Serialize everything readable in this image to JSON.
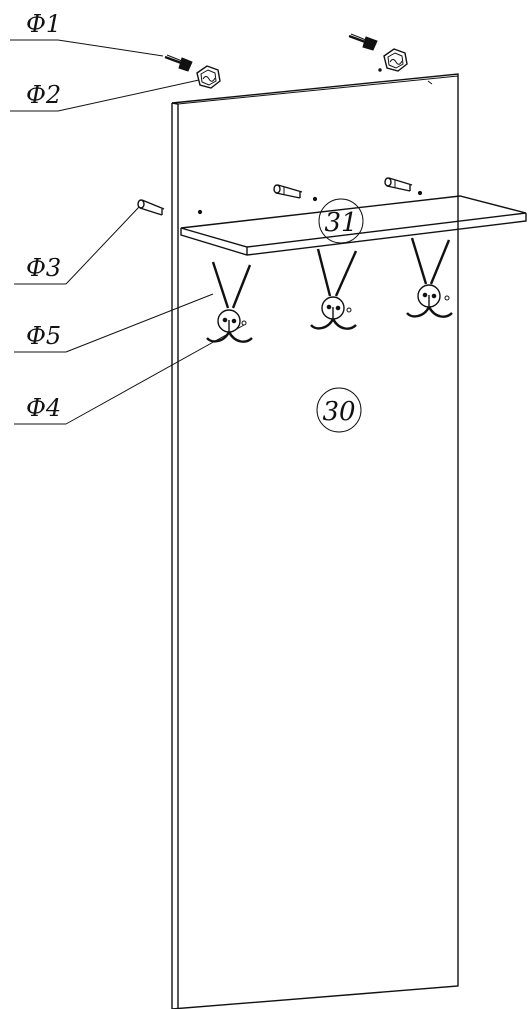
{
  "callouts": [
    {
      "id": "f1",
      "label": "Ф1"
    },
    {
      "id": "f2",
      "label": "Ф2"
    },
    {
      "id": "f3",
      "label": "Ф3"
    },
    {
      "id": "f5",
      "label": "Ф5"
    },
    {
      "id": "f4",
      "label": "Ф4"
    }
  ],
  "parts": {
    "shelf": "31",
    "panel": "30"
  },
  "colors": {
    "line": "#111111",
    "background": "#ffffff"
  },
  "icons": [
    "screw-icon",
    "dowel-icon",
    "hook-icon",
    "nut-icon"
  ]
}
